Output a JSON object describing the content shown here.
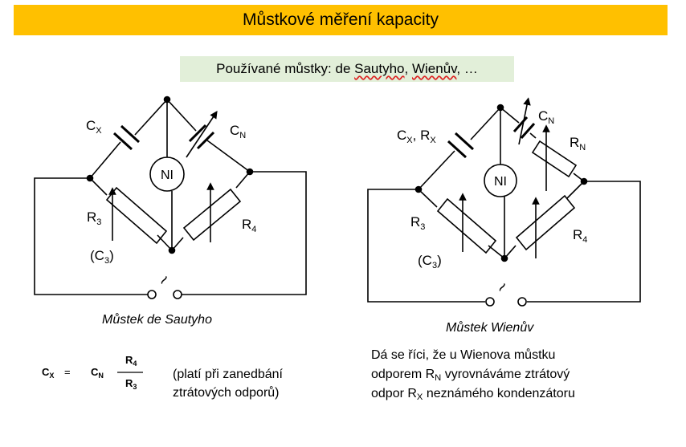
{
  "title": "Můstkové měření kapacity",
  "subtitle": {
    "text_before": "Používané můstky: de ",
    "name1": "Sautyho",
    "separator": ", ",
    "name2": "Wienův",
    "text_after": ", …"
  },
  "left_bridge": {
    "label_cx_main": "C",
    "label_cx_sub": "X",
    "label_cn_main": "C",
    "label_cn_sub": "N",
    "label_ni": "NI",
    "label_r3_main": "R",
    "label_r3_sub": "3",
    "label_r4_main": "R",
    "label_r4_sub": "4",
    "label_c3_open": "(C",
    "label_c3_sub": "3",
    "label_c3_close": ")",
    "source_symbol": "~",
    "caption": "Můstek de Sautyho"
  },
  "right_bridge": {
    "label_cx_main": "C",
    "label_cx_sub": "X",
    "label_sep": ", R",
    "label_rx_sub": "X",
    "label_cn_main": "C",
    "label_cn_sub": "N",
    "label_rn_main": "R",
    "label_rn_sub": "N",
    "label_ni": "NI",
    "label_r3_main": "R",
    "label_r3_sub": "3",
    "label_r4_main": "R",
    "label_r4_sub": "4",
    "label_c3_open": "(C",
    "label_c3_sub": "3",
    "label_c3_close": ")",
    "source_symbol": "~",
    "caption": "Můstek Wienův"
  },
  "formula": {
    "lhs_main": "C",
    "lhs_sub": "X",
    "equals": "=",
    "cn_main": "C",
    "cn_sub": "N",
    "num_main": "R",
    "num_sub": "4",
    "den_main": "R",
    "den_sub": "3",
    "note_line1": "(platí při zanedbání",
    "note_line2": "ztrátových odporů)"
  },
  "note": {
    "line1": "Dá se říci, že u Wienova můstku",
    "line2_a": "odporem R",
    "line2_sub": "N",
    "line2_b": " vyrovnáváme ztrátový",
    "line3_a": "odpor R",
    "line3_sub": "X",
    "line3_b": " neznámého kondenzátoru"
  }
}
